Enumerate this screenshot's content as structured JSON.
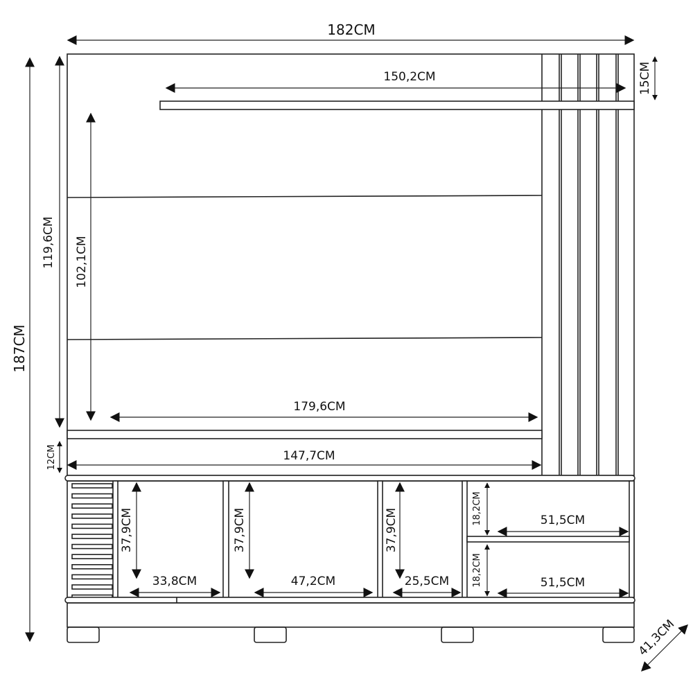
{
  "dimensions": {
    "total_width": "182CM",
    "total_height": "187CM",
    "top_shelf_width": "150,2CM",
    "top_shelf_gap": "15CM",
    "upper_height": "119,6CM",
    "panel_height": "102,1CM",
    "lower_shelf_width": "179,6CM",
    "shelf_gap": "12CM",
    "base_width": "147,7CM",
    "niche1_height": "37,9CM",
    "niche1_width": "33,8CM",
    "niche2_height": "37,9CM",
    "niche2_width": "47,2CM",
    "niche3_height": "37,9CM",
    "niche3_width": "25,5CM",
    "right_upper_height": "18,2CM",
    "right_upper_width": "51,5CM",
    "right_lower_height": "18,2CM",
    "right_lower_width": "51,5CM",
    "depth": "41,3CM"
  },
  "colors": {
    "line": "#222222",
    "background": "#ffffff"
  }
}
